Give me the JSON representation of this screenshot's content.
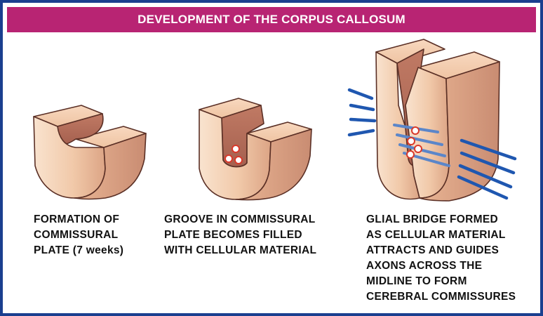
{
  "title": "DEVELOPMENT OF THE CORPUS CALLOSUM",
  "stages": [
    {
      "id": "commissural-plate",
      "caption": [
        "FORMATION  OF",
        "COMMISSURAL",
        "PLATE (7 weeks)"
      ]
    },
    {
      "id": "groove-filled",
      "caption": [
        "GROOVE IN COMMISSURAL",
        "PLATE BECOMES FILLED",
        "WITH CELLULAR MATERIAL"
      ]
    },
    {
      "id": "glial-bridge",
      "caption": [
        "GLIAL BRIDGE FORMED",
        "AS CELLULAR MATERIAL",
        "ATTRACTS AND GUIDES",
        "AXONS ACROSS THE",
        "MIDLINE TO FORM",
        "CEREBRAL COMMISSURES"
      ]
    }
  ],
  "colors": {
    "frame": "#1a3f8f",
    "banner": "#b82473",
    "tissue_light": "#f7dcc5",
    "tissue_mid": "#eec09f",
    "tissue_dark": "#a96a58",
    "axon": "#1f57b0",
    "cell": "#d93a2b"
  }
}
